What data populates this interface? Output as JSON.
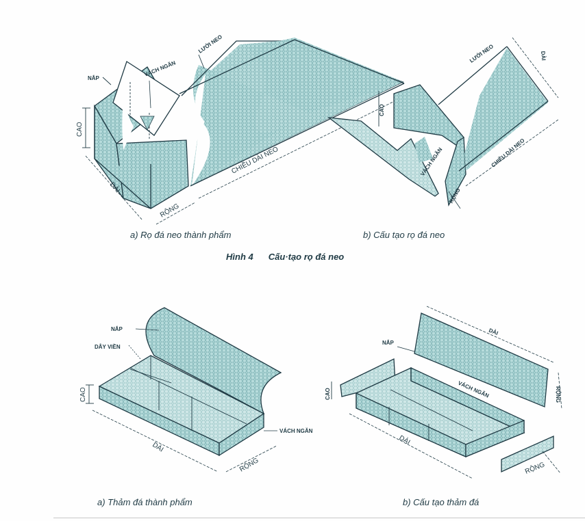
{
  "figure_top": {
    "title_number": "Hình 4",
    "title_text": "Cấu·tạo rọ đá neo",
    "panel_a": {
      "caption": "a)  Rọ đá neo thành phẩm",
      "labels": {
        "nap": "NẮP",
        "vach_ngan": "VÁCH NGĂN",
        "luoi_neo": "LƯỚI NEO",
        "cao": "CAO",
        "dai": "DÀI",
        "rong": "RỘNG",
        "chieu_dai_neo": "CHIỀU DÀI NEO"
      }
    },
    "panel_b": {
      "caption": "b)  Cấu tạo rọ đá neo",
      "labels": {
        "luoi_neo": "LƯỚI NEO",
        "dai": "DÀI",
        "cao": "CAO",
        "vach_ngan": "VÁCH NGĂN",
        "rong": "RỘNG",
        "chieu_dai_neo": "CHIỀU DÀI NEO"
      }
    }
  },
  "figure_bottom": {
    "panel_a": {
      "caption": "a)  Thảm đá thành phẩm",
      "labels": {
        "nap": "NẮP",
        "day_vien": "DÂY VIỀN",
        "cao": "CAO",
        "dai": "DÀI",
        "vach_ngan": "VÁCH NGĂN",
        "rong": "RỘNG"
      }
    },
    "panel_b": {
      "caption": "b)  Cấu tạo thảm đá",
      "labels": {
        "dai_top": "DÀI",
        "nap": "NẮP",
        "vach_ngan": "VÁCH NGĂN",
        "rong_right": "RỘNG",
        "cao": "CAO",
        "dai_bottom": "DÀI",
        "rong_bottom": "RỘNG"
      }
    }
  },
  "colors": {
    "mesh_fill": "#a9d3d3",
    "mesh_dark": "#7fb8b8",
    "line": "#1f3a44",
    "background": "#fefefe"
  }
}
